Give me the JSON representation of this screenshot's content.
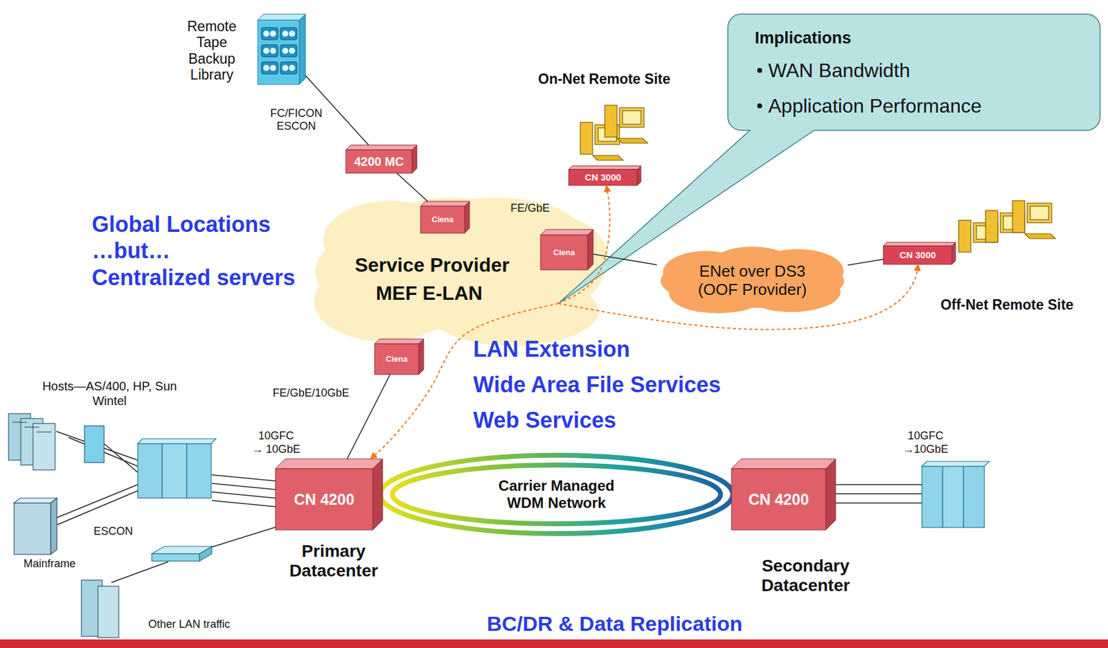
{
  "diagram": {
    "nodes": [
      {
        "text": [
          "Remote Tape Backup Library"
        ]
      },
      {
        "text": [
          "4200 MC"
        ]
      },
      {
        "text": [
          "Service Provider",
          "MEF E-LAN"
        ]
      },
      {
        "text": [
          "Ciena"
        ],
        "in": 2
      },
      {
        "text": [
          "Ciena"
        ],
        "in": 2
      },
      {
        "text": [
          "Ciena"
        ],
        "in": 2
      },
      {
        "text": [
          "CN 3000"
        ]
      },
      {
        "text": [
          "Implications",
          "WAN Bandwidth",
          "Application Performance"
        ]
      },
      {
        "text": [
          "ENet over DS3 (OOF Provider)"
        ]
      },
      {
        "text": [
          "CN 3000"
        ]
      },
      {
        "text": [
          "CN 4200",
          "Primary Datacenter"
        ]
      },
      {
        "text": [
          "Carrier Managed WDM Network"
        ]
      },
      {
        "text": [
          "CN 4200",
          "Secondary Datacenter"
        ]
      }
    ],
    "edges": [
      {
        "from": 0,
        "to": 1,
        "arrow": "none"
      },
      {
        "from": 1,
        "to": 3,
        "arrow": "none"
      },
      {
        "from": 4,
        "to": 8,
        "arrow": "none"
      },
      {
        "from": 8,
        "to": 9,
        "arrow": "none"
      },
      {
        "from": 5,
        "to": 10,
        "arrow": "none"
      },
      {
        "from": 2,
        "to": 6,
        "arrow": "to"
      },
      {
        "from": 2,
        "to": 9,
        "arrow": "to"
      },
      {
        "from": 2,
        "to": 10,
        "arrow": "to"
      }
    ],
    "labels": [
      "FC/FICON ESCON",
      "On-Net Remote Site",
      "FE/GbE",
      "Global Locations",
      "…but…",
      "Centralized servers",
      "Off-Net Remote Site",
      "LAN Extension",
      "Wide Area File Services",
      "Web Services",
      "Hosts—AS/400, HP, Sun",
      "Wintel",
      "10GFC",
      "→ 10GbE",
      "ESCON",
      "Mainframe",
      "Other LAN traffic",
      "10GFC",
      "→10GbE",
      "BC/DR & Data Replication",
      "FE/GbE/10GbE"
    ]
  }
}
